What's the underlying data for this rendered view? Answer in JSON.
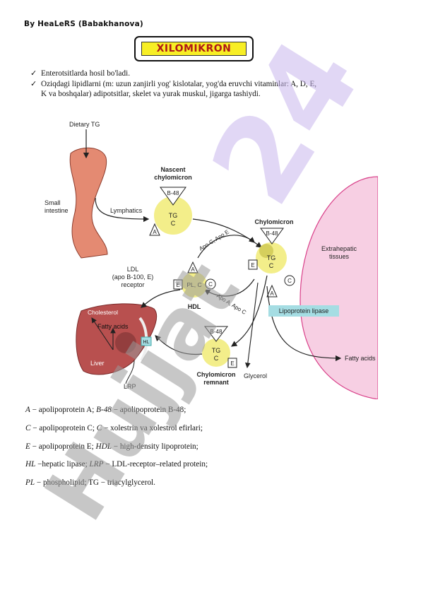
{
  "header": {
    "author": "By HeaLeRS (Babakhanova)"
  },
  "title": "XILOMIKRON",
  "bullets": [
    {
      "icon": "checkmark-icon",
      "text": "Enterotsitlarda hosil bo'ladi."
    },
    {
      "icon": "checkmark-icon",
      "line1": "Oziqdagi lipidlarni (m: uzun zanjirli yog' kislotalar, yog'da eruvchi vitaminlar: A, D, E,",
      "line2": "K va boshqalar) adipotsitlar, skelet va yurak muskul, jigarga tashiydi."
    }
  ],
  "diagram": {
    "dietary_tg": "Dietary TG",
    "small_intestine_1": "Small",
    "small_intestine_2": "intestine",
    "lymphatics": "Lymphatics",
    "nascent_1": "Nascent",
    "nascent_2": "chylomicron",
    "b48": "B-48",
    "tg": "TG",
    "c": "C",
    "a": "A",
    "e": "E",
    "chylomicron": "Chylomicron",
    "apo_ce": "Apo C, Apo E",
    "apo_ac": "Apo A, Apo C",
    "extrahepatic_1": "Extrahepatic",
    "extrahepatic_2": "tissues",
    "ldl_1": "LDL",
    "ldl_2": "(apo B-100, E)",
    "ldl_3": "receptor",
    "hdl_pl": "PL, C",
    "hdl": "HDL",
    "lipoprotein_lipase": "Lipoprotein lipase",
    "cholesterol": "Cholesterol",
    "fatty_acids_liver": "Fatty acids",
    "liver": "Liver",
    "hl": "HL",
    "lrp": "LRP",
    "remnant_1": "Chylomicron",
    "remnant_2": "remnant",
    "glycerol": "Glycerol",
    "fatty_acids_out": "Fatty acids"
  },
  "legend": [
    {
      "a1": "A",
      "b1": " − apolipoprotein A; ",
      "a2": "B-48",
      "b2": " − apolipoprotein B-48;"
    },
    {
      "a1": "C",
      "b1": " − apolipoprotein C; ",
      "a2": "C",
      "b2": " − xolestrin va xolestrol efirlari;"
    },
    {
      "a1": "E",
      "b1": " − apolipoprotein E; ",
      "a2": "HDL",
      "b2": " − high-density lipoprotein;"
    },
    {
      "a1": "HL",
      "b1": " −hepatic lipase; ",
      "a2": "LRP",
      "b2": " − LDL-receptor–related protein;"
    },
    {
      "a1": "PL",
      "b1": " − phospholipid; TG − triacylglycerol.",
      "a2": "",
      "b2": ""
    }
  ],
  "watermark": {
    "text1": "24",
    "text2": "Hujjat"
  },
  "colors": {
    "title_bg": "#f7ee25",
    "title_text": "#b01818",
    "particle": "#f3ee8a",
    "intestine": "#e48a72",
    "liver": "#b8504f",
    "tissue": "#f7cfe3",
    "lipase": "#a5dde3",
    "watermark": "#9a9a9a"
  }
}
